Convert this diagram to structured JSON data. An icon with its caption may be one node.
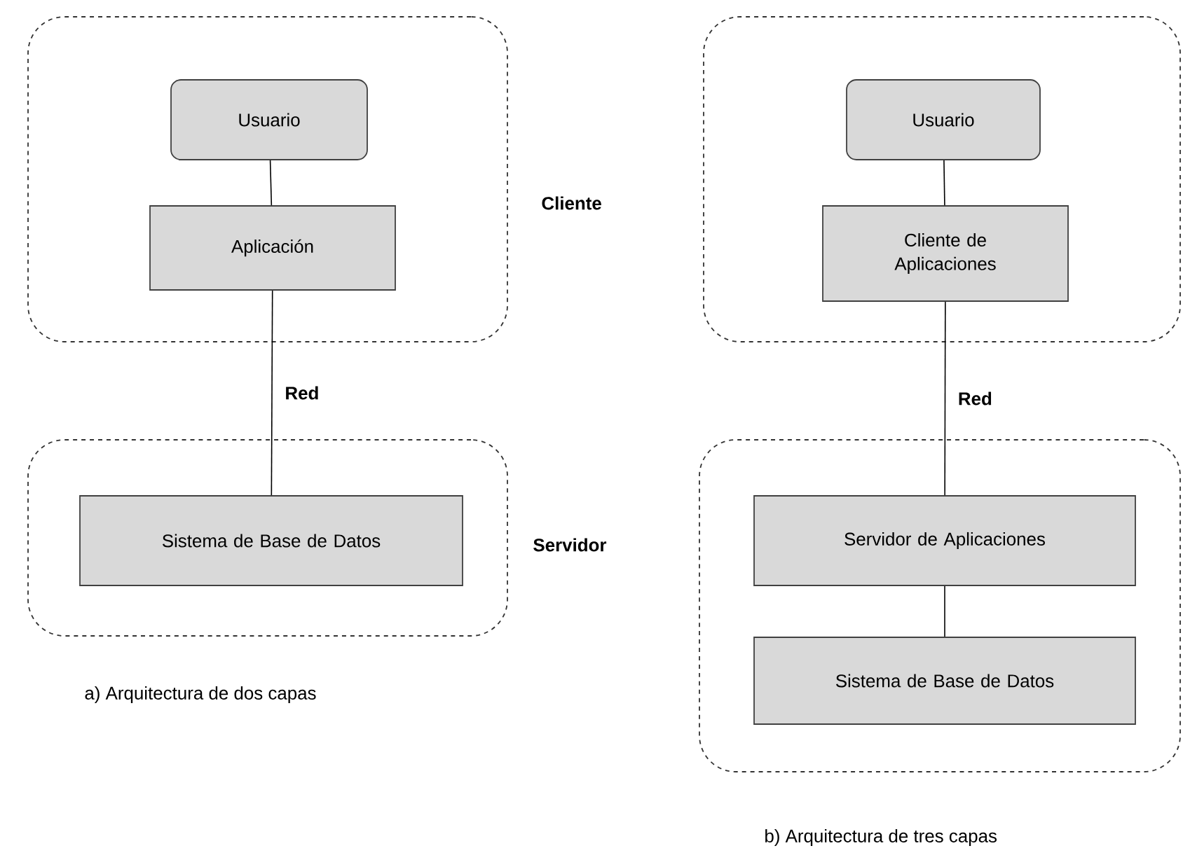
{
  "diagram": {
    "nodes": [
      {
        "text": [],
        "shape": "box"
      },
      {
        "text": [
          "Usuario"
        ],
        "in": 0
      },
      {
        "text": [
          "Aplicación"
        ],
        "in": 0
      },
      {
        "text": [],
        "shape": "box"
      },
      {
        "text": [
          "Sistema de Base de Datos"
        ],
        "in": 3
      },
      {
        "text": [],
        "shape": "box"
      },
      {
        "text": [
          "Usuario"
        ],
        "in": 5
      },
      {
        "text": [
          "Cliente de Aplicaciones"
        ],
        "in": 5
      },
      {
        "text": [],
        "shape": "box"
      },
      {
        "text": [
          "Servidor de Aplicaciones"
        ],
        "in": 8
      },
      {
        "text": [
          "Sistema de Base de Datos"
        ],
        "in": 8
      }
    ],
    "edges": [
      {
        "from": 1,
        "to": 2,
        "arrow": "none"
      },
      {
        "from": 2,
        "to": 4,
        "arrow": "none",
        "label": "Red"
      },
      {
        "from": 6,
        "to": 7,
        "arrow": "none"
      },
      {
        "from": 7,
        "to": 9,
        "arrow": "none",
        "label": "Red"
      },
      {
        "from": 9,
        "to": 10,
        "arrow": "none"
      }
    ],
    "labels": [
      "Cliente",
      "Servidor",
      "a) Arquitectura de dos capas",
      "b) Arquitectura de tres capas"
    ]
  }
}
